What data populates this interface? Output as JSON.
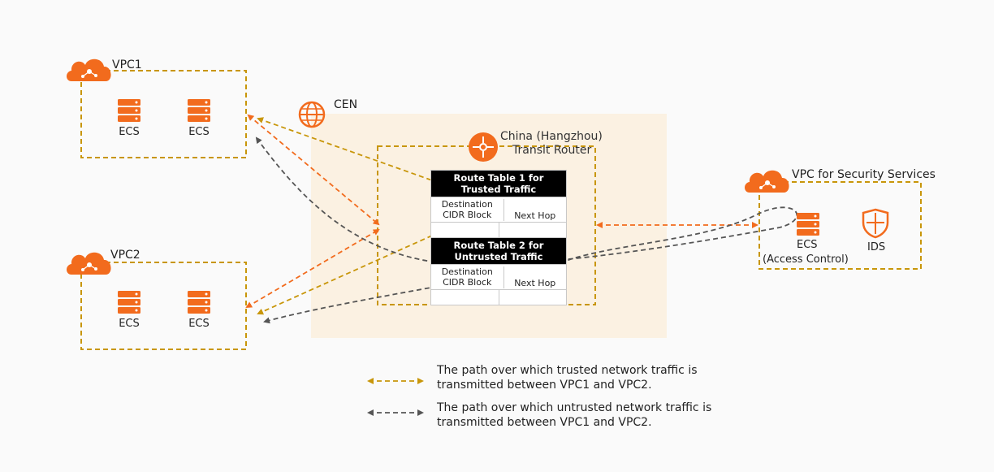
{
  "cen": {
    "label": "CEN"
  },
  "transit_router": {
    "title_line1": "China (Hangzhou)",
    "title_line2": "Transit Router"
  },
  "vpc1": {
    "label": "VPC1",
    "ecs": [
      "ECS",
      "ECS"
    ]
  },
  "vpc2": {
    "label": "VPC2",
    "ecs": [
      "ECS",
      "ECS"
    ]
  },
  "security_vpc": {
    "label": "VPC for Security Services",
    "ecs_label": "ECS",
    "ecs_sublabel": "(Access Control)",
    "ids_label": "IDS"
  },
  "route_table_1": {
    "title": "Route Table 1 for Trusted Traffic",
    "col1": "Destination CIDR Block",
    "col2": "Next Hop"
  },
  "route_table_2": {
    "title": "Route Table 2 for Untrusted Traffic",
    "col1": "Destination CIDR Block",
    "col2": "Next Hop"
  },
  "legend": [
    {
      "text": "The path over which trusted network traffic is transmitted between VPC1 and VPC2.",
      "color": "#c8960a"
    },
    {
      "text": "The path over which untrusted network traffic is transmitted between VPC1 and VPC2.",
      "color": "#555555"
    }
  ],
  "colors": {
    "accent": "#f26b1d",
    "trusted": "#c8960a",
    "untrusted": "#555555",
    "cen_bg": "#fbf1e2",
    "box_border": "#c8960a"
  }
}
